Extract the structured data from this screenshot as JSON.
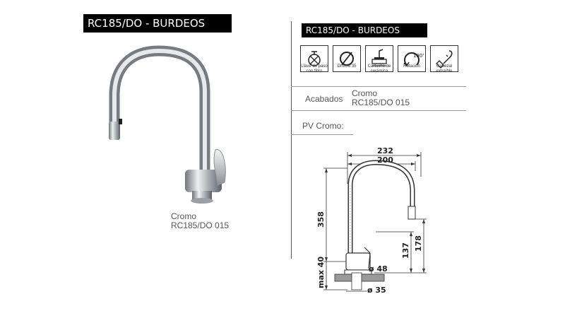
{
  "left": {
    "title": "RC185/DO - BURDEOS",
    "finish_name": "Cromo",
    "finish_code": "RC185/DO 015"
  },
  "right": {
    "title": "RC185/DO - BURDEOS",
    "features": [
      {
        "icon": "shutoff-valve-icon",
        "caption_1": "Llave de paso",
        "caption_2": "con filtro"
      },
      {
        "icon": "hole-diameter-icon",
        "caption_1": "Orificio 35",
        "caption_2": ""
      },
      {
        "icon": "ceramic-cartridge-icon",
        "caption_1": "Cartucho de",
        "caption_2": "cerámica"
      },
      {
        "icon": "rotation-icon",
        "badge": "180°",
        "caption_1": "Rotación",
        "caption_2": ""
      },
      {
        "icon": "pull-out-head-icon",
        "caption_1": "Cabezal",
        "caption_2": "extraíble"
      }
    ],
    "finishes_label": "Acabados",
    "finish_name": "Cromo",
    "finish_code": "RC185/DO 015",
    "price_label": "PV Cromo:"
  },
  "drawing": {
    "dim_232": "232",
    "dim_200": "200",
    "dim_358": "358",
    "dim_137": "137",
    "dim_178": "178",
    "dim_max40": "max 40",
    "dim_d48": "ø 48",
    "dim_d35": "ø 35"
  }
}
